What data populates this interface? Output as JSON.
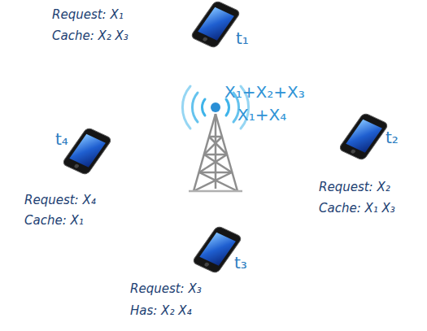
{
  "diagram": {
    "labels": [
      "Request: X₁",
      "Cache: X₂ X₃",
      "t₁",
      "X₁+X₂+X₃",
      "X₁+X₄",
      "t₄",
      "Request: X₄",
      "Cache: X₁",
      "t₂",
      "Request: X₂",
      "Cache: X₁ X₃",
      "t₃",
      "Request: X₃",
      "Has: X₂ X₄"
    ]
  }
}
